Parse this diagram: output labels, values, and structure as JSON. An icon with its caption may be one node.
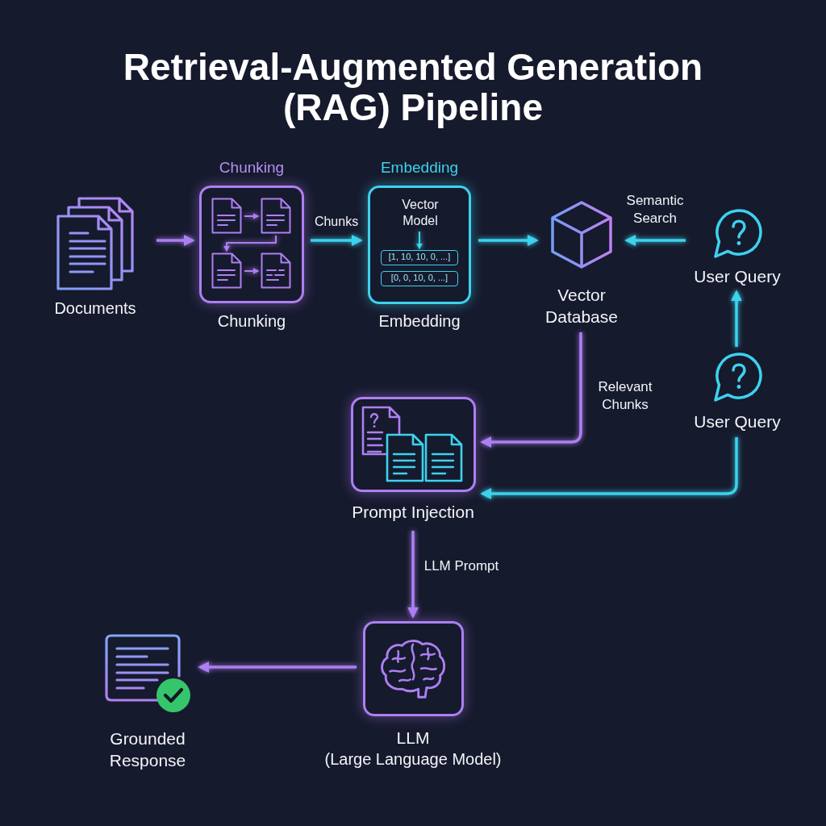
{
  "diagram": {
    "title": "Retrieval-Augmented Generation (RAG) Pipeline",
    "nodes": [
      {
        "text": [
          "Documents"
        ]
      },
      {
        "text": [
          "Chunking",
          "Chunking"
        ]
      },
      {
        "text": [],
        "shape": "document",
        "in": 1
      },
      {
        "text": [],
        "shape": "document",
        "in": 1
      },
      {
        "text": [],
        "shape": "document",
        "in": 1
      },
      {
        "text": [],
        "shape": "document",
        "in": 1
      },
      {
        "text": [
          "Embedding",
          "Embedding"
        ]
      },
      {
        "text": [
          "Vector Model"
        ],
        "in": 6
      },
      {
        "text": [
          "[1, 10, 10, 0, ...]"
        ],
        "in": 6
      },
      {
        "text": [
          "[0, 0, 10, 0, ...]"
        ],
        "in": 6
      },
      {
        "text": [
          "Vector Database"
        ]
      },
      {
        "text": [
          "User Query"
        ]
      },
      {
        "text": [
          "User Query"
        ]
      },
      {
        "text": [
          "Prompt Injection"
        ]
      },
      {
        "text": [
          "LLM",
          "(Large Language Model)"
        ]
      },
      {
        "text": [
          "Grounded Response"
        ]
      }
    ],
    "edges": [
      {
        "from": 0,
        "to": 1,
        "arrow": "to"
      },
      {
        "from": 2,
        "to": 3,
        "arrow": "to"
      },
      {
        "from": 3,
        "to": 4,
        "arrow": "to"
      },
      {
        "from": 4,
        "to": 5,
        "arrow": "to"
      },
      {
        "from": 1,
        "to": 6,
        "arrow": "to",
        "label": "Chunks",
        "color": "#3dd2ee"
      },
      {
        "from": 7,
        "to": 8,
        "arrow": "to",
        "color": "#3dd2ee"
      },
      {
        "from": 6,
        "to": 10,
        "arrow": "to",
        "color": "#3dd2ee"
      },
      {
        "from": 11,
        "to": 10,
        "arrow": "to",
        "label": "Semantic Search",
        "color": "#3dd2ee"
      },
      {
        "from": 12,
        "to": 11,
        "arrow": "to",
        "color": "#3dd2ee"
      },
      {
        "from": 10,
        "to": 13,
        "arrow": "to",
        "label": "Relevant Chunks"
      },
      {
        "from": 12,
        "to": 13,
        "arrow": "to",
        "color": "#3dd2ee"
      },
      {
        "from": 13,
        "to": 14,
        "arrow": "to",
        "label": "LLM Prompt"
      },
      {
        "from": 14,
        "to": 15,
        "arrow": "to"
      }
    ]
  }
}
